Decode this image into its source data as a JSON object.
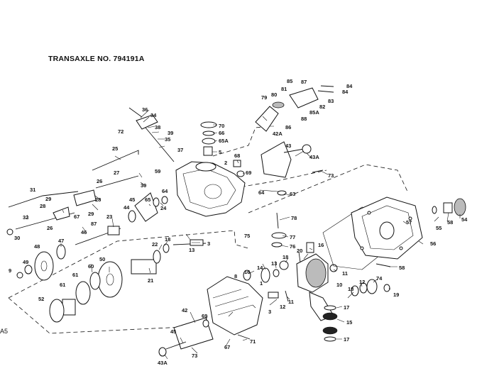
{
  "diagram": {
    "title": "TRANSAXLE NO. 794191A",
    "corner_label": "A5",
    "callouts": [
      {
        "key": "c84a",
        "text": "84"
      },
      {
        "key": "c84b",
        "text": "84"
      },
      {
        "key": "c85",
        "text": "85"
      },
      {
        "key": "c87",
        "text": "87"
      },
      {
        "key": "c83",
        "text": "83"
      },
      {
        "key": "c81",
        "text": "81"
      },
      {
        "key": "c82",
        "text": "82"
      },
      {
        "key": "c86",
        "text": "86"
      },
      {
        "key": "c85a",
        "text": "85A"
      },
      {
        "key": "c88",
        "text": "88"
      },
      {
        "key": "c79",
        "text": "79"
      },
      {
        "key": "c80",
        "text": "80"
      },
      {
        "key": "c36",
        "text": "36"
      },
      {
        "key": "c34",
        "text": "34"
      },
      {
        "key": "c72",
        "text": "72"
      },
      {
        "key": "c38",
        "text": "38"
      },
      {
        "key": "c39",
        "text": "39"
      },
      {
        "key": "c35",
        "text": "35"
      },
      {
        "key": "c37",
        "text": "37"
      },
      {
        "key": "c70",
        "text": "70"
      },
      {
        "key": "c66",
        "text": "66"
      },
      {
        "key": "c65a",
        "text": "65A"
      },
      {
        "key": "c5",
        "text": "5"
      },
      {
        "key": "c68",
        "text": "68"
      },
      {
        "key": "c2",
        "text": "2"
      },
      {
        "key": "c69",
        "text": "69"
      },
      {
        "key": "c42a",
        "text": "42A"
      },
      {
        "key": "c43",
        "text": "43"
      },
      {
        "key": "c43a",
        "text": "43A"
      },
      {
        "key": "c73",
        "text": "73"
      },
      {
        "key": "c64",
        "text": "64"
      },
      {
        "key": "c63",
        "text": "63"
      },
      {
        "key": "c25",
        "text": "25"
      },
      {
        "key": "c59",
        "text": "59"
      },
      {
        "key": "c27",
        "text": "27"
      },
      {
        "key": "c30a",
        "text": "30"
      },
      {
        "key": "c26",
        "text": "26"
      },
      {
        "key": "c28",
        "text": "28"
      },
      {
        "key": "c29",
        "text": "29"
      },
      {
        "key": "c31",
        "text": "31"
      },
      {
        "key": "c32",
        "text": "32"
      },
      {
        "key": "c30b",
        "text": "30"
      },
      {
        "key": "c45",
        "text": "45"
      },
      {
        "key": "c65",
        "text": "65"
      },
      {
        "key": "c64b",
        "text": "64"
      },
      {
        "key": "c44",
        "text": "44"
      },
      {
        "key": "c29b",
        "text": "29"
      },
      {
        "key": "c28b",
        "text": "28"
      },
      {
        "key": "c24",
        "text": "24"
      },
      {
        "key": "c26b",
        "text": "26"
      },
      {
        "key": "c67",
        "text": "67"
      },
      {
        "key": "c87b",
        "text": "87"
      },
      {
        "key": "c23",
        "text": "23"
      },
      {
        "key": "c46",
        "text": "46"
      },
      {
        "key": "c47",
        "text": "47"
      },
      {
        "key": "c48",
        "text": "48"
      },
      {
        "key": "c18",
        "text": "18"
      },
      {
        "key": "c3",
        "text": "3"
      },
      {
        "key": "c13",
        "text": "13"
      },
      {
        "key": "c22",
        "text": "22"
      },
      {
        "key": "c21",
        "text": "21"
      },
      {
        "key": "c49",
        "text": "49"
      },
      {
        "key": "c50",
        "text": "50"
      },
      {
        "key": "c60",
        "text": "60"
      },
      {
        "key": "c9",
        "text": "9"
      },
      {
        "key": "c61",
        "text": "61"
      },
      {
        "key": "c61b",
        "text": "61"
      },
      {
        "key": "c52",
        "text": "52"
      },
      {
        "key": "c78",
        "text": "78"
      },
      {
        "key": "c77",
        "text": "77"
      },
      {
        "key": "c76",
        "text": "76"
      },
      {
        "key": "c75",
        "text": "75"
      },
      {
        "key": "c16",
        "text": "16"
      },
      {
        "key": "c20",
        "text": "20"
      },
      {
        "key": "c18b",
        "text": "18"
      },
      {
        "key": "c14",
        "text": "14"
      },
      {
        "key": "c13b",
        "text": "13"
      },
      {
        "key": "c10",
        "text": "10"
      },
      {
        "key": "c11",
        "text": "11"
      },
      {
        "key": "c8",
        "text": "8"
      },
      {
        "key": "c16b",
        "text": "16"
      },
      {
        "key": "c1",
        "text": "1"
      },
      {
        "key": "c12",
        "text": "12"
      },
      {
        "key": "c18c",
        "text": "18"
      },
      {
        "key": "c74",
        "text": "74"
      },
      {
        "key": "c19",
        "text": "19"
      },
      {
        "key": "c17a",
        "text": "17"
      },
      {
        "key": "c15",
        "text": "15"
      },
      {
        "key": "c17b",
        "text": "17"
      },
      {
        "key": "c42",
        "text": "42"
      },
      {
        "key": "c69b",
        "text": "69"
      },
      {
        "key": "c3b",
        "text": "3"
      },
      {
        "key": "c12b",
        "text": "12"
      },
      {
        "key": "c11b",
        "text": "11"
      },
      {
        "key": "c45b",
        "text": "45"
      },
      {
        "key": "c71",
        "text": "71"
      },
      {
        "key": "c67b",
        "text": "67"
      },
      {
        "key": "c73b",
        "text": "73"
      },
      {
        "key": "c43ab",
        "text": "43A"
      },
      {
        "key": "c58",
        "text": "58"
      },
      {
        "key": "c56",
        "text": "56"
      },
      {
        "key": "c57",
        "text": "57"
      },
      {
        "key": "c55",
        "text": "55"
      },
      {
        "key": "c58b",
        "text": "58"
      },
      {
        "key": "c54",
        "text": "54"
      }
    ]
  }
}
